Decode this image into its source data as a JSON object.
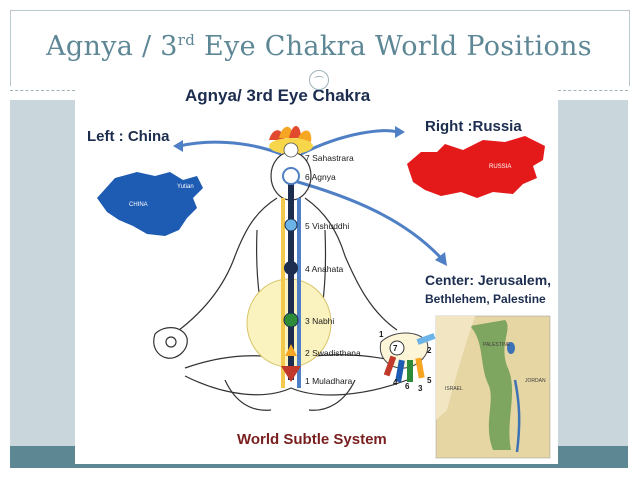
{
  "slide": {
    "title_before": "Agnya / 3",
    "title_sup": "rd",
    "title_after": " Eye Chakra World Positions"
  },
  "picture": {
    "heading": "Agnya/ 3rd Eye Chakra",
    "left_label": "Left : China",
    "right_label": "Right :Russia",
    "center_label": "Center: Jerusalem,",
    "center_sub": "Bethlehem, Palestine",
    "footer": "World Subtle System",
    "chakras": [
      "7 Sahastrara",
      "6 Agnya",
      "5 Vishuddhi",
      "4 Anahata",
      "3 Nabhi",
      "2 Swadisthana",
      "1 Muladhara"
    ],
    "map_labels": {
      "china": "CHINA",
      "yutian": "Yutian",
      "russia": "RUSSIA"
    },
    "palestine_map_labels": [
      "PALESTINE",
      "JORDAN",
      "ISRAEL"
    ],
    "finger_numbers": [
      "7",
      "2",
      "4",
      "6",
      "3",
      "5",
      "1"
    ]
  },
  "colors": {
    "title": "#5e8796",
    "band": "#5d8793",
    "side": "#c9d6dc",
    "china": "#1e5bb3",
    "russia": "#e41a1a",
    "arrow": "#4f7fc4"
  }
}
